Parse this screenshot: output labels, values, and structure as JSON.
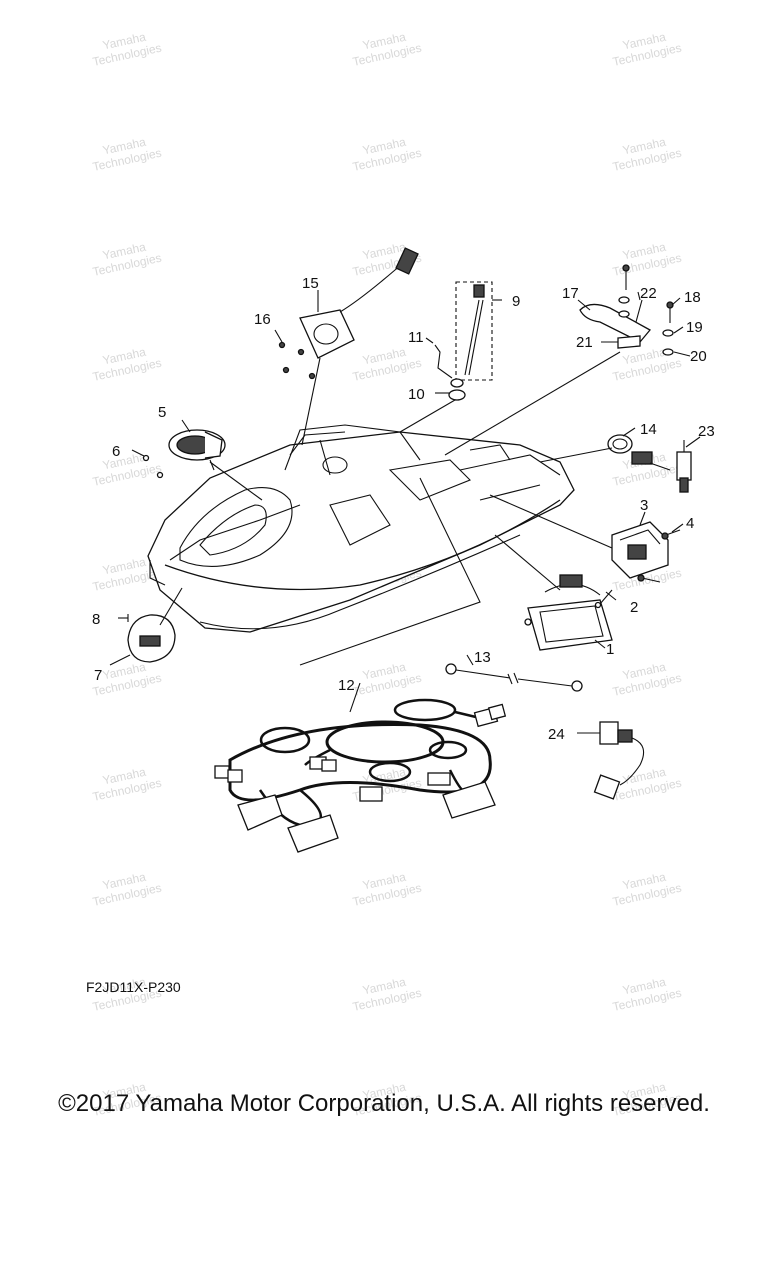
{
  "diagram": {
    "callouts": [
      "1",
      "2",
      "3",
      "4",
      "5",
      "6",
      "7",
      "8",
      "9",
      "10",
      "11",
      "12",
      "13",
      "14",
      "15",
      "16",
      "17",
      "18",
      "19",
      "20",
      "21",
      "22",
      "23",
      "24"
    ],
    "drawing_code": "F2JD11X-P230",
    "copyright": "©2017 Yamaha Motor Corporation, U.S.A. All rights reserved.",
    "watermark": [
      "Yamaha",
      "Technologies"
    ]
  }
}
